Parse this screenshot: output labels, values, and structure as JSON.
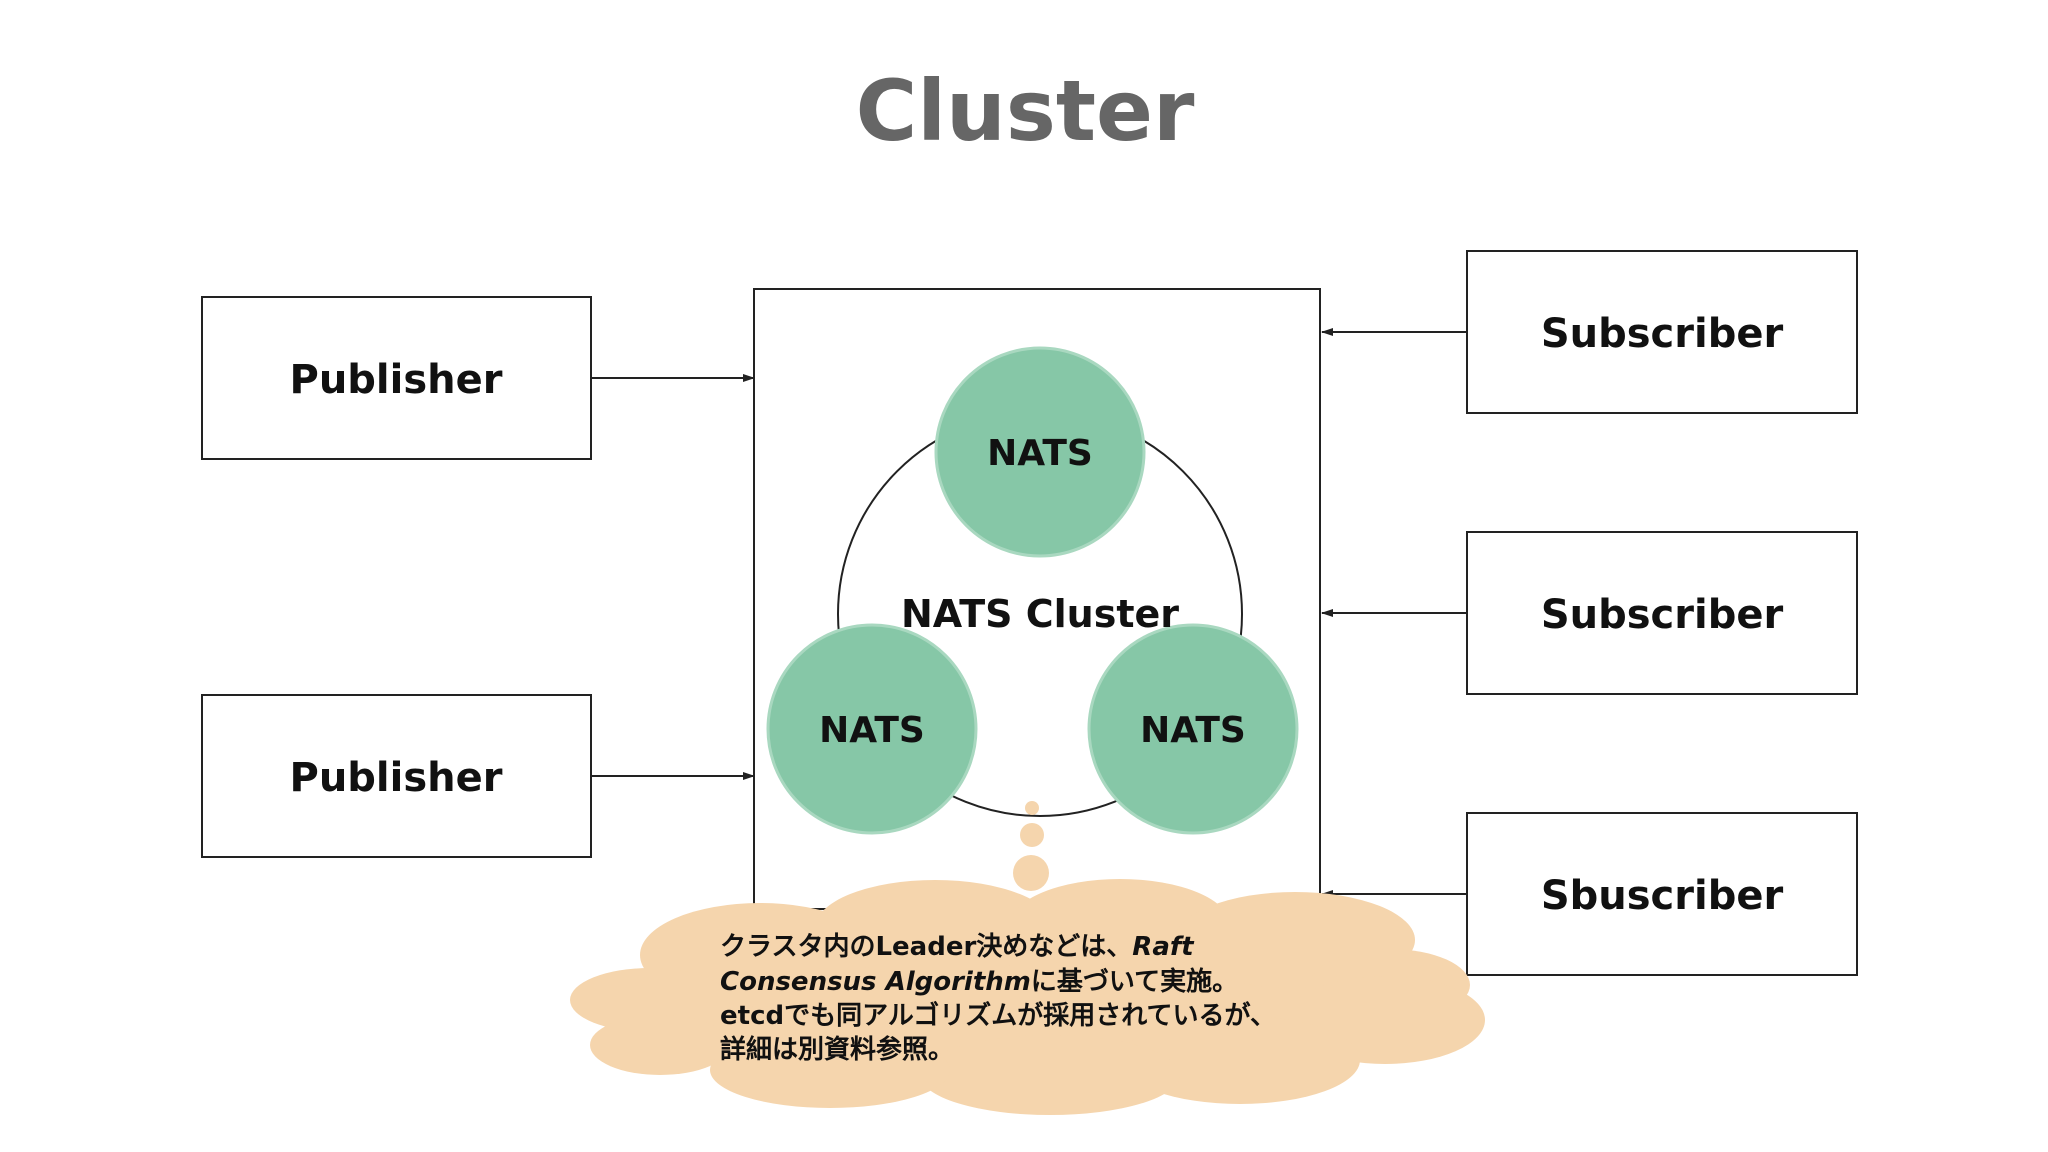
{
  "slide": {
    "title": "Cluster"
  },
  "publishers": [
    {
      "label": "Publisher"
    },
    {
      "label": "Publisher"
    }
  ],
  "subscribers": [
    {
      "label": "Subscriber"
    },
    {
      "label": "Subscriber"
    },
    {
      "label": "Sbuscriber"
    }
  ],
  "cluster": {
    "label": "NATS Cluster",
    "nodes": [
      {
        "label": "NATS"
      },
      {
        "label": "NATS"
      },
      {
        "label": "NATS"
      }
    ]
  },
  "note": {
    "line1_a": "クラスタ内のLeader決めなどは、",
    "line1_b": "Raft",
    "line2_a": "Consensus Algorithm",
    "line2_b": "に基づいて実施。",
    "line3": "etcdでも同アルゴリズムが採用されているが、",
    "line4": "詳細は別資料参照。"
  },
  "colors": {
    "node_fill": "#86c7a7",
    "node_stroke": "#a9d8c0",
    "cloud_fill": "#f5d5ad",
    "title": "#666666",
    "line": "#222222"
  }
}
